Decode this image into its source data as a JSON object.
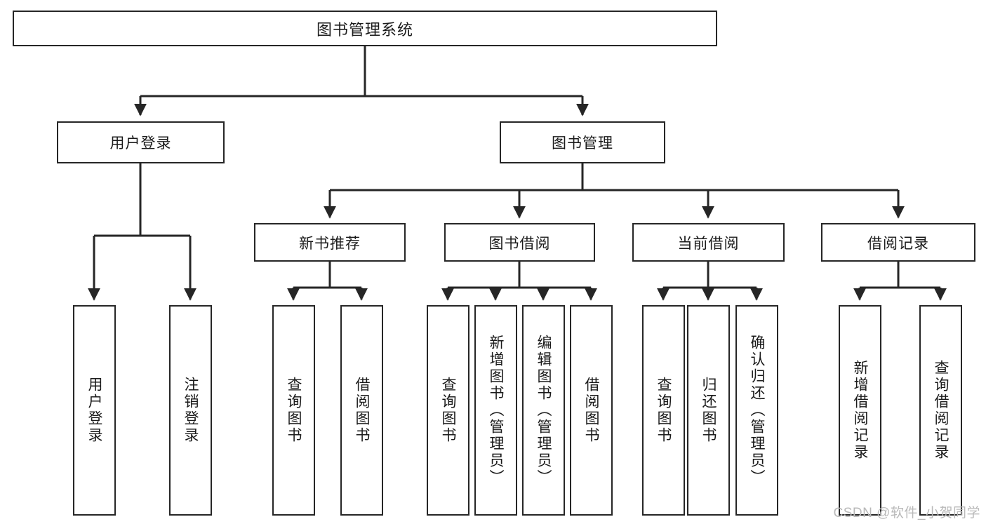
{
  "diagram": {
    "type": "tree-hierarchy",
    "title": "图书管理系统",
    "root": {
      "label": "图书管理系统"
    },
    "level2": [
      {
        "label": "用户登录"
      },
      {
        "label": "图书管理"
      }
    ],
    "level3": [
      {
        "label": "新书推荐"
      },
      {
        "label": "图书借阅"
      },
      {
        "label": "当前借阅"
      },
      {
        "label": "借阅记录"
      }
    ],
    "leaves": {
      "user_login": [
        "用户登录",
        "注销登录"
      ],
      "new_book_recommend": [
        "查询图书",
        "借阅图书"
      ],
      "book_borrow": [
        "查询图书",
        "新增图书（管理员）",
        "编辑图书（管理员）",
        "借阅图书"
      ],
      "current_borrow": [
        "查询图书",
        "归还图书",
        "确认归还（管理员）"
      ],
      "borrow_record": [
        "新增借阅记录",
        "查询借阅记录"
      ]
    },
    "colors": {
      "stroke": "#262626",
      "fill": "#ffffff",
      "text": "#1a1a1a",
      "watermark": "#b9b9b9"
    }
  },
  "watermark": {
    "text": "CSDN @软件_小贺同学"
  }
}
